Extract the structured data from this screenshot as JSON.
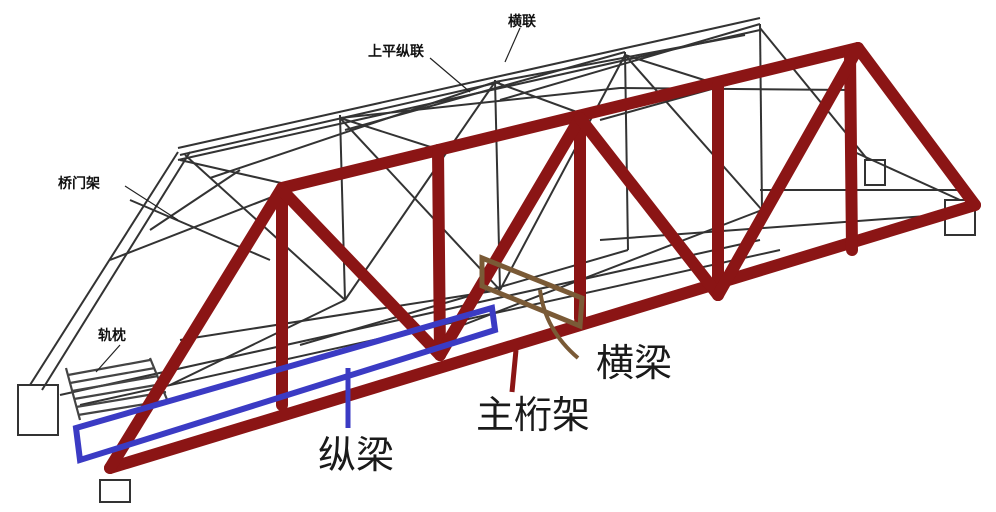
{
  "labels": {
    "top_lateral_bracing": "上平纵联",
    "sway_bracing": "横联",
    "portal_frame": "桥门架",
    "sleepers": "轨枕",
    "floor_beam": "横梁",
    "main_truss": "主桁架",
    "stringer": "纵梁"
  },
  "colors": {
    "main_truss": "#8b1515",
    "stringer": "#3b3bc4",
    "floor_beam": "#7a5a36",
    "line_art": "#333333"
  }
}
